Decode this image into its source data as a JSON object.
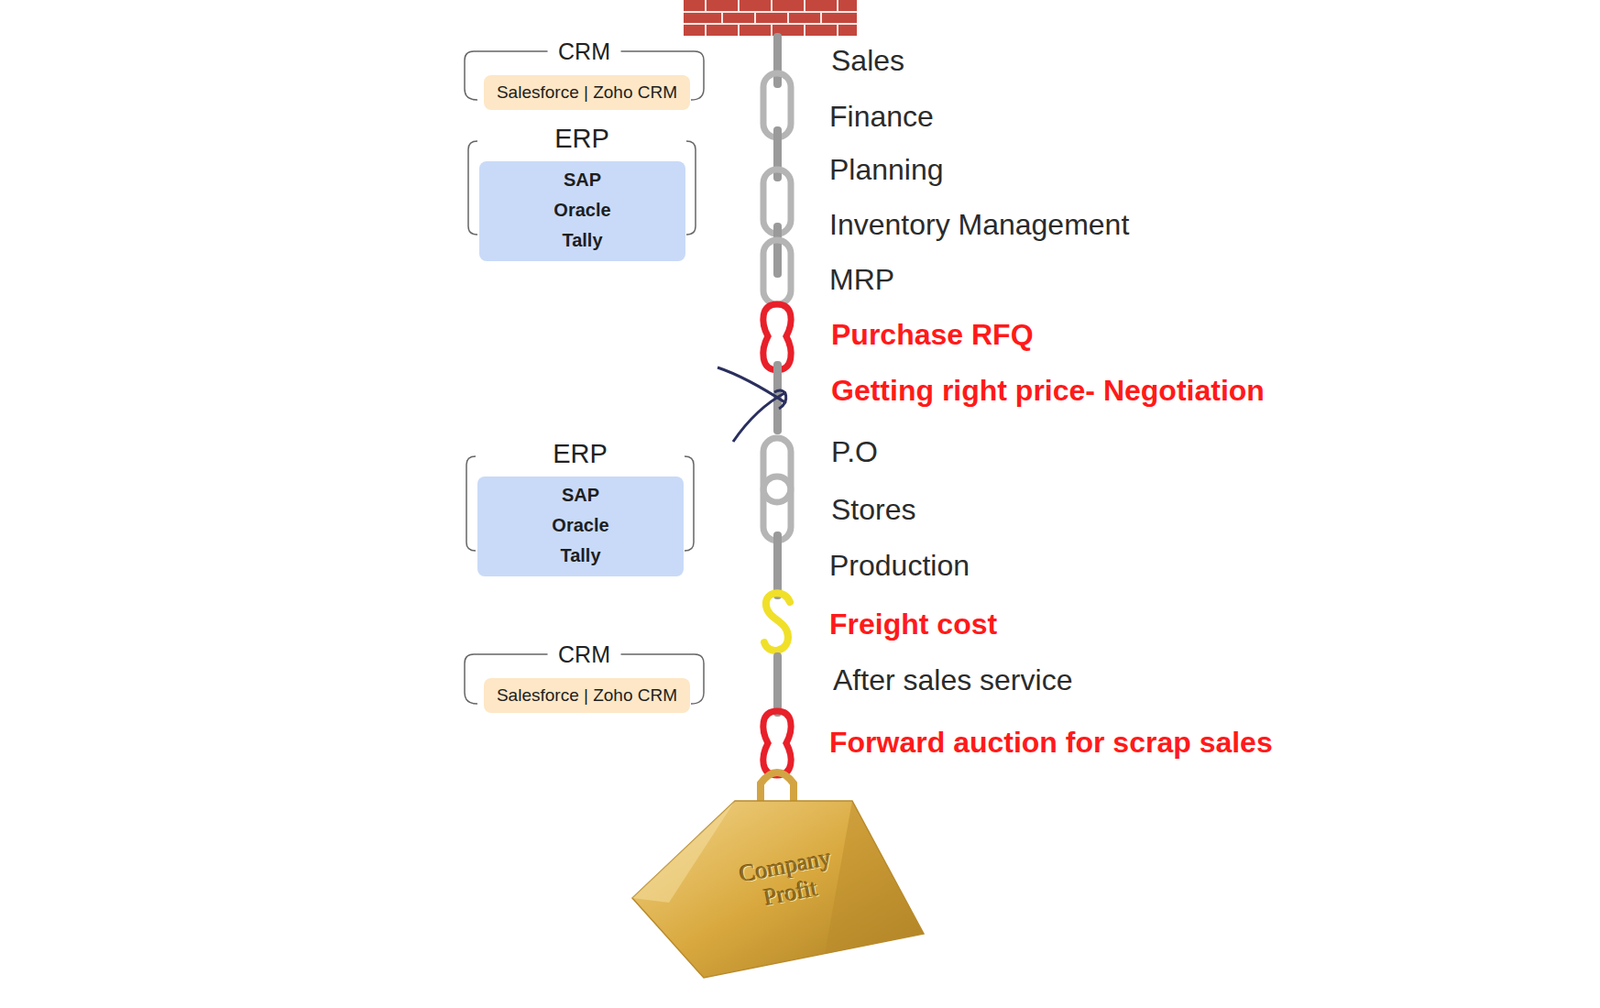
{
  "diagram": {
    "nodes": [
      {
        "text": [
          "CRM"
        ]
      },
      {
        "text": [
          "Salesforce | Zoho CRM"
        ],
        "in": 0
      },
      {
        "text": [
          "ERP"
        ]
      },
      {
        "text": [
          "SAP",
          "Oracle",
          "Tally"
        ],
        "in": 2
      },
      {
        "text": [
          "ERP"
        ]
      },
      {
        "text": [
          "SAP",
          "Oracle",
          "Tally"
        ],
        "in": 4
      },
      {
        "text": [
          "CRM"
        ]
      },
      {
        "text": [
          "Salesforce | Zoho CRM"
        ],
        "in": 6
      },
      {
        "text": [
          "Company Profit"
        ]
      }
    ],
    "labels": [
      "Sales",
      "Finance",
      "Planning",
      "Inventory Management",
      "MRP",
      "Purchase RFQ",
      "Getting right price- Negotiation",
      "P.O",
      "Stores",
      "Production",
      "Freight cost",
      "After sales service",
      "Forward auction for scrap sales"
    ]
  }
}
